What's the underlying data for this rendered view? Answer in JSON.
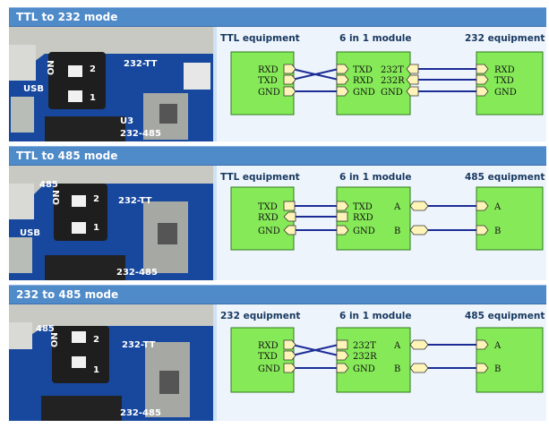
{
  "sections": [
    {
      "title": "TTL to 232 mode",
      "left_device": {
        "title": "TTL equipment",
        "pins": [
          "RXD",
          "TXD",
          "GND"
        ]
      },
      "module": {
        "title": "6 in 1 module",
        "left_pins": [
          "TXD",
          "RXD",
          "GND"
        ],
        "right_pins": [
          "232T",
          "232R",
          "GND"
        ]
      },
      "right_device": {
        "title": "232 equipment",
        "pins": [
          "RXD",
          "TXD",
          "GND"
        ]
      },
      "switch": {
        "numbers": [
          "2",
          "1"
        ],
        "marks": [
          "ON"
        ]
      },
      "pcb_labels": [
        "232-TT",
        "U3",
        "232-485",
        "USB"
      ]
    },
    {
      "title": "TTL to 485 mode",
      "left_device": {
        "title": "TTL equipment",
        "pins": [
          "TXD",
          "RXD",
          "GND"
        ]
      },
      "module": {
        "title": "6 in 1 module",
        "left_pins": [
          "TXD",
          "RXD",
          "GND"
        ],
        "right_pins": [
          "A",
          "B"
        ]
      },
      "right_device": {
        "title": "485 equipment",
        "pins": [
          "A",
          "B"
        ]
      },
      "switch": {
        "numbers": [
          "2",
          "1"
        ],
        "marks": [
          "ON"
        ]
      },
      "pcb_labels": [
        "232-TT",
        "232-485",
        "485",
        "USB"
      ]
    },
    {
      "title": "232 to 485 mode",
      "left_device": {
        "title": "232 equipment",
        "pins": [
          "RXD",
          "TXD",
          "GND"
        ]
      },
      "module": {
        "title": "6 in 1 module",
        "left_pins": [
          "232T",
          "232R",
          "GND"
        ],
        "right_pins": [
          "A",
          "B"
        ]
      },
      "right_device": {
        "title": "485 equipment",
        "pins": [
          "A",
          "B"
        ]
      },
      "switch": {
        "numbers": [
          "2",
          "1"
        ],
        "marks": [
          "ON"
        ]
      },
      "pcb_labels": [
        "232-TT",
        "232-485",
        "485"
      ]
    }
  ]
}
